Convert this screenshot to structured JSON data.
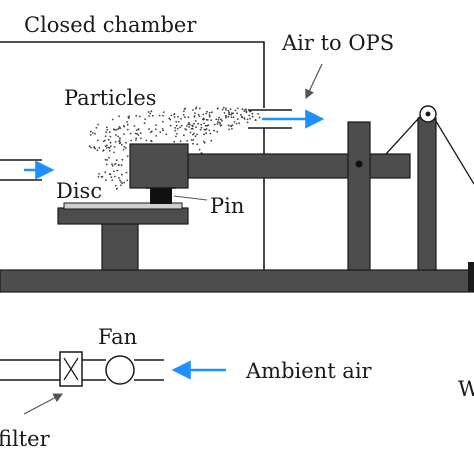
{
  "labels": {
    "chamber": "Closed chamber",
    "air_to_ops": "Air to OPS",
    "particles": "Particles",
    "disc": "Disc",
    "pin": "Pin",
    "fan": "Fan",
    "ambient_air": "Ambient air",
    "filter": "filter",
    "cut_off": "W"
  },
  "colors": {
    "frame": "#4d4d4d",
    "outline": "#1a1a1a",
    "airflow": "#1e90ff",
    "background": "#ffffff"
  },
  "icons": {
    "airflow": "arrow-right",
    "inlet": "arrow-left",
    "pointer": "leader-arrow"
  }
}
